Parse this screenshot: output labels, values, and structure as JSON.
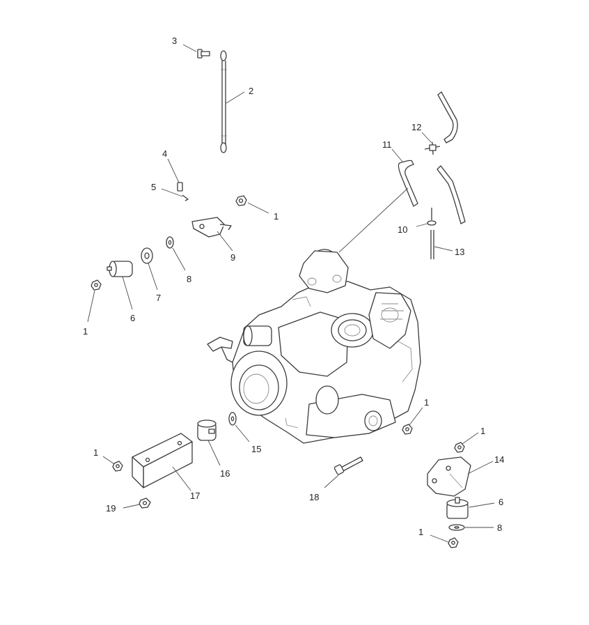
{
  "diagram": {
    "callouts": [
      {
        "id": "c3",
        "text": "3"
      },
      {
        "id": "c2",
        "text": "2"
      },
      {
        "id": "c4",
        "text": "4"
      },
      {
        "id": "c5",
        "text": "5"
      },
      {
        "id": "c1a",
        "text": "1"
      },
      {
        "id": "c9",
        "text": "9"
      },
      {
        "id": "c8a",
        "text": "8"
      },
      {
        "id": "c7",
        "text": "7"
      },
      {
        "id": "c6a",
        "text": "6"
      },
      {
        "id": "c1b",
        "text": "1"
      },
      {
        "id": "c11",
        "text": "11"
      },
      {
        "id": "c12",
        "text": "12"
      },
      {
        "id": "c10",
        "text": "10"
      },
      {
        "id": "c13",
        "text": "13"
      },
      {
        "id": "c1c",
        "text": "1"
      },
      {
        "id": "c1d",
        "text": "1"
      },
      {
        "id": "c14",
        "text": "14"
      },
      {
        "id": "c6b",
        "text": "6"
      },
      {
        "id": "c8b",
        "text": "8"
      },
      {
        "id": "c1e",
        "text": "1"
      },
      {
        "id": "c1f",
        "text": "1"
      },
      {
        "id": "c15",
        "text": "15"
      },
      {
        "id": "c16",
        "text": "16"
      },
      {
        "id": "c17",
        "text": "17"
      },
      {
        "id": "c18",
        "text": "18"
      },
      {
        "id": "c19",
        "text": "19"
      }
    ]
  }
}
